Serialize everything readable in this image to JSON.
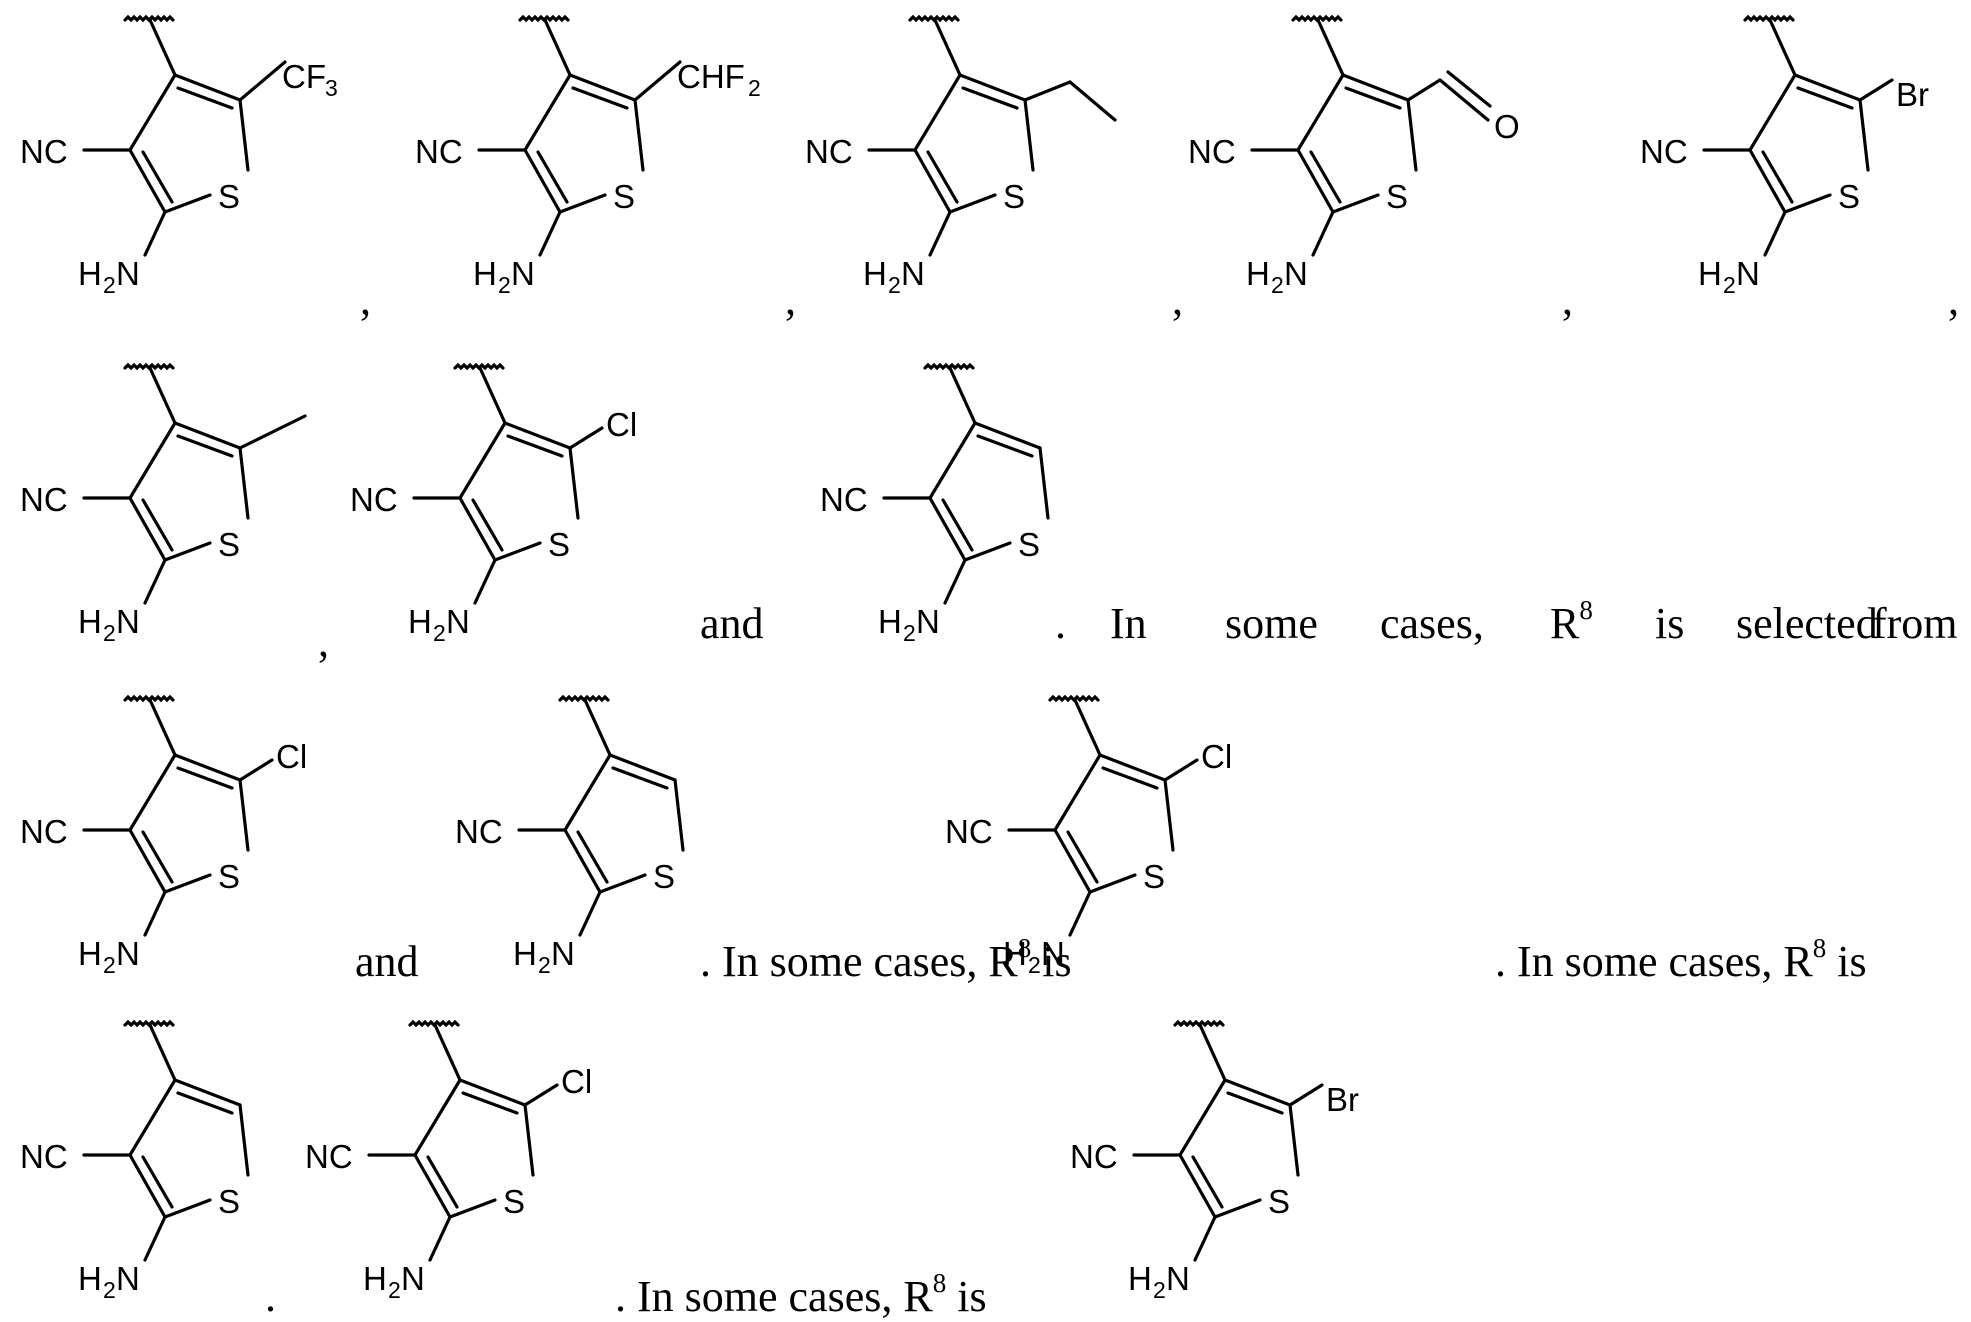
{
  "atoms": {
    "nc": "NC",
    "s": "S",
    "h": "H",
    "two": "2",
    "n": "N",
    "cf": "CF",
    "three": "3",
    "chf": "CHF",
    "br": "Br",
    "cl": "Cl",
    "o": "O"
  },
  "text": {
    "comma": ",",
    "period": ".",
    "and": "and",
    "in_some_cases": "In some cases,",
    "r": "R",
    "r8_sup": "8",
    "is": "is",
    "line2_in": "In",
    "line2_some": "some",
    "line2_cases": "cases,",
    "line2_is": "is",
    "line2_selected": "selected",
    "line2_from": "from"
  },
  "structures": [
    {
      "id": "s1",
      "substituent": "CF3"
    },
    {
      "id": "s2",
      "substituent": "CHF2"
    },
    {
      "id": "s3",
      "substituent": "ethyl"
    },
    {
      "id": "s4",
      "substituent": "formyl"
    },
    {
      "id": "s5",
      "substituent": "Br"
    },
    {
      "id": "s6",
      "substituent": "methyl"
    },
    {
      "id": "s7",
      "substituent": "Cl"
    },
    {
      "id": "s8",
      "substituent": "H"
    },
    {
      "id": "s9",
      "substituent": "Cl"
    },
    {
      "id": "s10",
      "substituent": "H"
    },
    {
      "id": "s11",
      "substituent": "Cl"
    },
    {
      "id": "s12",
      "substituent": "H"
    },
    {
      "id": "s13",
      "substituent": "Cl"
    },
    {
      "id": "s14",
      "substituent": "Br"
    }
  ]
}
